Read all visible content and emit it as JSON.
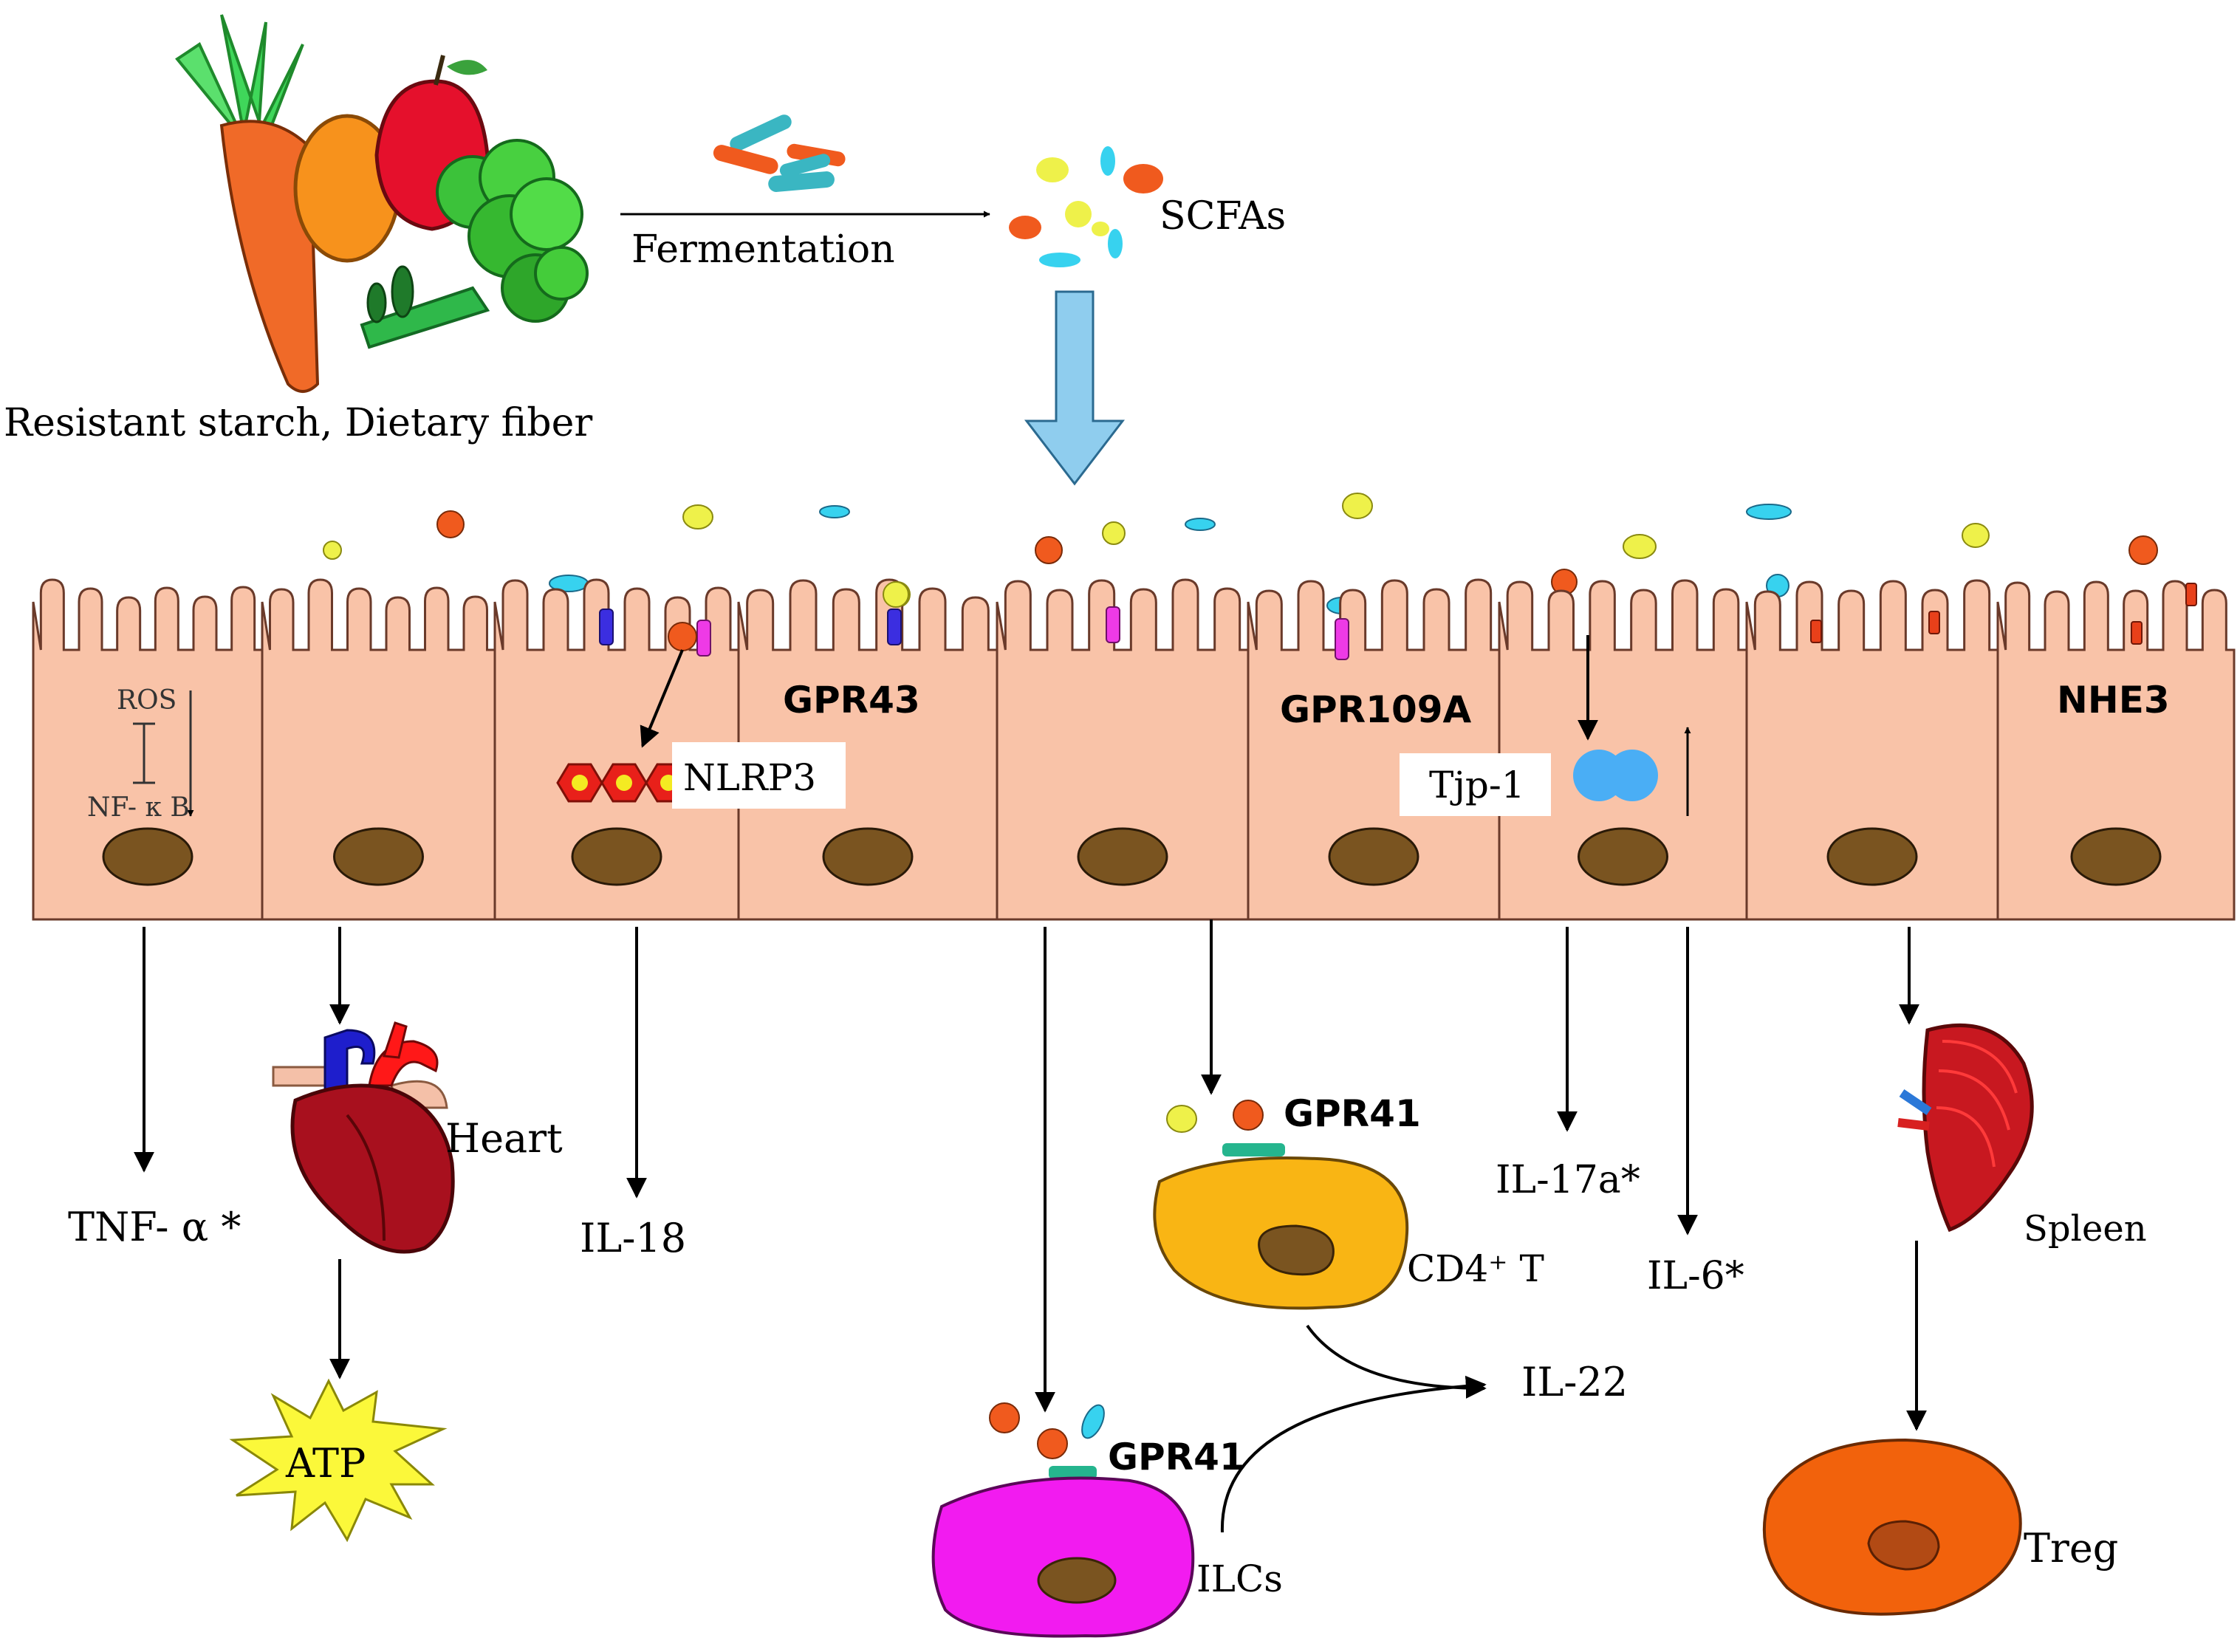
{
  "labels": {
    "diet": "Resistant starch, Dietary fiber",
    "fermentation": "Fermentation",
    "scfas": "SCFAs",
    "ros": "ROS",
    "nfkb": "NF- κ B",
    "nlrp3": "NLRP3",
    "gpr43": "GPR43",
    "gpr109a": "GPR109A",
    "tjp1": "Tjp-1",
    "nhe3": "NHE3",
    "heart": "Heart",
    "tnf": "TNF- α *",
    "atp": "ATP",
    "il18": "IL-18",
    "gpr41_ilc": "GPR41",
    "ilcs": "ILCs",
    "gpr41_cd4": "GPR41",
    "cd4t": "CD4⁺ T",
    "il22": "IL-22",
    "il17a": "IL-17a*",
    "il6": "IL-6*",
    "spleen": "Spleen",
    "treg": "Treg"
  },
  "colors": {
    "cell": "#f9c3a8",
    "nucleus": "#7a5420",
    "scfa_yellow": "#eef14a",
    "scfa_orange": "#f05a1e",
    "scfa_cyan": "#37d2ef",
    "arrow_blue": "#8fcdee",
    "receptor_blue": "#3b2ee0",
    "receptor_magenta": "#ee3ae6",
    "receptor_red": "#e8401a",
    "ilc": "#f21bf0",
    "cd4": "#f9b514",
    "treg": "#f2620c",
    "heart": "#a8101e",
    "spleen": "#c81820",
    "tjp1": "#4aaef5",
    "nlrp3": "#e8201a",
    "atp": "#fbf83a",
    "gpr41_bar": "#25b58e"
  },
  "icons": [
    "vegetables-icon",
    "bacteria-icon",
    "scfa-molecules-icon",
    "heart-icon",
    "spleen-icon",
    "atp-starburst-icon",
    "nlrp3-inflammasome-icon",
    "tjp1-protein-icon"
  ]
}
